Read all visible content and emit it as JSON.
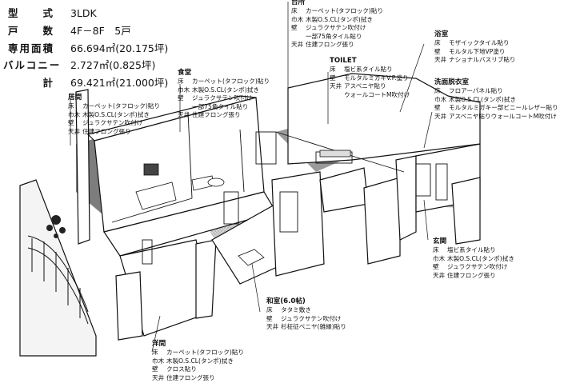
{
  "specs": [
    {
      "label": "型　　式",
      "value": "3LDK"
    },
    {
      "label": "戸　　数",
      "value": "4F－8F　5戸"
    },
    {
      "label": "専用面積",
      "value": "66.694㎡(20.175坪)"
    },
    {
      "label": "バルコニー",
      "value": "2.727㎡(0.825坪)"
    },
    {
      "label": "　　　計",
      "value": "69.421㎡(21.000坪)"
    }
  ],
  "rooms": {
    "kitchen": {
      "name": "台所",
      "rows": [
        {
          "k": "床",
          "v": "カーペット(タフロック)貼り"
        },
        {
          "k": "巾木",
          "v": "木製O.S.CL(タンポ)拭き"
        },
        {
          "k": "壁",
          "v": "ジュラクサテン吹付け"
        },
        {
          "k": "",
          "v": "一部75角タイル貼り"
        },
        {
          "k": "天井",
          "v": "住建フロング張り"
        }
      ]
    },
    "bath": {
      "name": "浴室",
      "rows": [
        {
          "k": "床",
          "v": "モザイックタイル貼り"
        },
        {
          "k": "壁",
          "v": "モルタル下地VP塗り"
        },
        {
          "k": "天井",
          "v": "ナショナルバスリブ貼り"
        }
      ]
    },
    "toilet": {
      "name": "TOILET",
      "rows": [
        {
          "k": "床",
          "v": "塩ビ系タイル貼り"
        },
        {
          "k": "壁",
          "v": "モルタルミガキV.P.塗り"
        },
        {
          "k": "天井",
          "v": "アスベニヤ貼り"
        },
        {
          "k": "",
          "v": "ウォールコートM吹付け"
        }
      ]
    },
    "dining": {
      "name": "食堂",
      "rows": [
        {
          "k": "床",
          "v": "カーペット(タフロック)貼り"
        },
        {
          "k": "巾木",
          "v": "木製O.S.CL(タンポ)拭き"
        },
        {
          "k": "壁",
          "v": "ジュラクサテン吹付け"
        },
        {
          "k": "",
          "v": "一部75角タイル貼り"
        },
        {
          "k": "天井",
          "v": "住建フロング張り"
        }
      ]
    },
    "living": {
      "name": "居間",
      "rows": [
        {
          "k": "床",
          "v": "カーペット(タフロック)貼り"
        },
        {
          "k": "巾木",
          "v": "木製O.S.CL(タンポ)拭き"
        },
        {
          "k": "壁",
          "v": "ジュラクサテン吹付け"
        },
        {
          "k": "天井",
          "v": "住建フロング張り"
        }
      ]
    },
    "washroom": {
      "name": "洗面脱衣室",
      "rows": [
        {
          "k": "床",
          "v": "フロアーパネル貼り"
        },
        {
          "k": "巾木",
          "v": "木製O.S.CL(タンポ)拭き"
        },
        {
          "k": "壁",
          "v": "モルタルミガキー部ビニールレザー貼り"
        },
        {
          "k": "天井",
          "v": "アスベニヤ貼りウォールコートM吹付け"
        }
      ]
    },
    "entrance": {
      "name": "玄関",
      "rows": [
        {
          "k": "床",
          "v": "塩ビ系タイル貼り"
        },
        {
          "k": "巾木",
          "v": "木製O.S.CL(タンポ)拭き"
        },
        {
          "k": "壁",
          "v": "ジュラクサテン吹付け"
        },
        {
          "k": "天井",
          "v": "住建フロング張り"
        }
      ]
    },
    "washitsu": {
      "name": "和室(6.0帖)",
      "rows": [
        {
          "k": "床",
          "v": "タタミ敷き"
        },
        {
          "k": "壁",
          "v": "ジュラクサテン吹付け"
        },
        {
          "k": "天井",
          "v": "杉柾征ベニヤ(雑縁)貼り"
        }
      ]
    },
    "western": {
      "name": "洋間",
      "rows": [
        {
          "k": "床",
          "v": "カーペット(タフロック)貼り"
        },
        {
          "k": "巾木",
          "v": "木製O.S.CL(タンポ)拭き"
        },
        {
          "k": "壁",
          "v": "クロス貼り"
        },
        {
          "k": "天井",
          "v": "住建フロング張り"
        }
      ]
    }
  }
}
